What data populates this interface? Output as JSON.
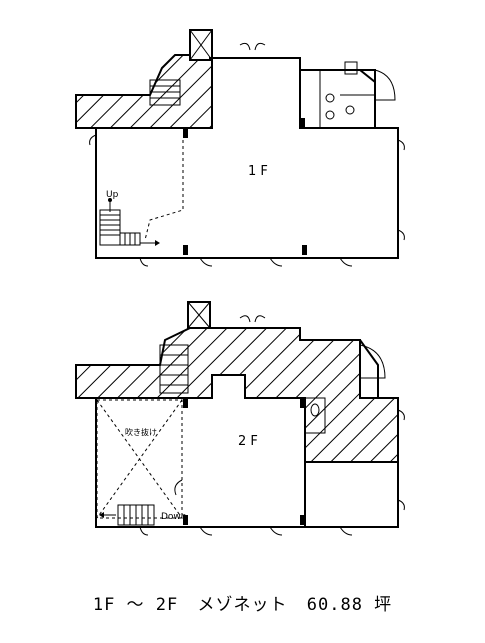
{
  "floors": {
    "first": {
      "label": "1 F",
      "stair_label": "Up"
    },
    "second": {
      "label": "2 F",
      "stair_label": "Down",
      "void_label": "吹き抜け"
    }
  },
  "caption": {
    "floors": "1F ～ 2F",
    "type": "メゾネット",
    "area": "60.88 坪"
  }
}
